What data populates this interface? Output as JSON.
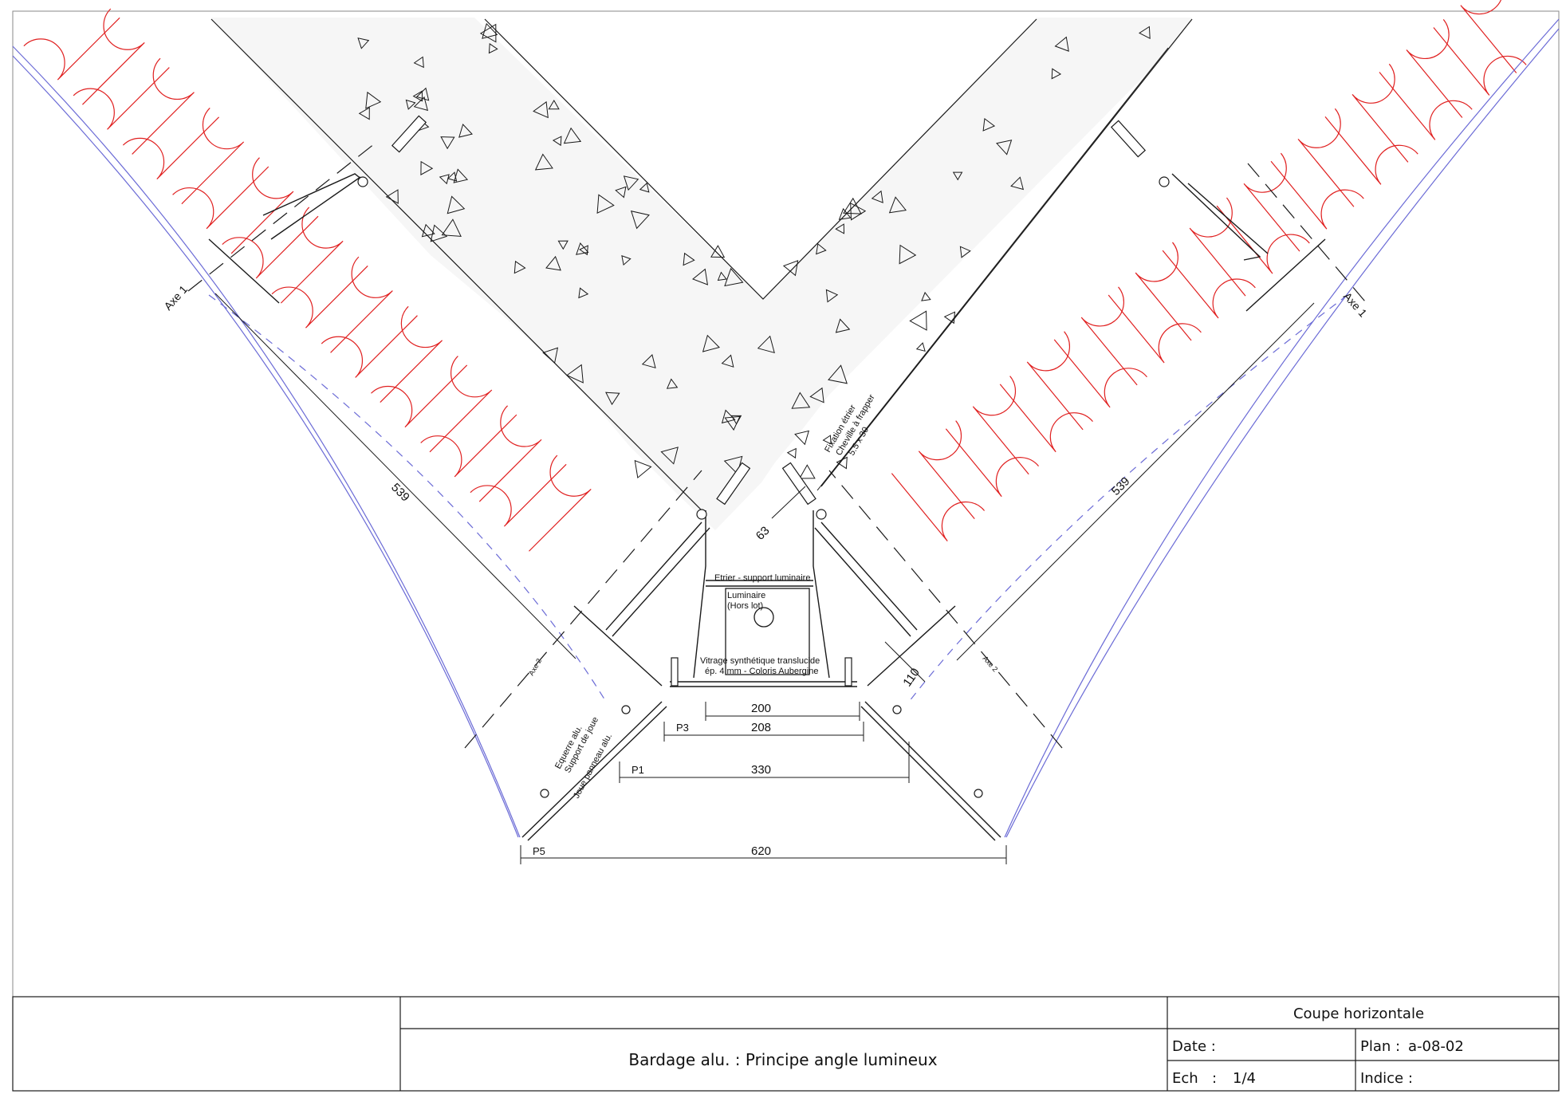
{
  "colors": {
    "line": "#1a1a1a",
    "insulation": "#e02020",
    "cladding": "#6b6bd6",
    "background": "#ffffff"
  },
  "labels": {
    "axe1_left": "Axe 1",
    "axe1_right": "Axe 1",
    "axe2_left": "Axe 2",
    "axe2_right": "Axe 2",
    "etrier": "Etrier - support luminaire",
    "luminaire_1": "Luminaire",
    "luminaire_2": "(Hors lot)",
    "vitrage_1": "Vitrage synthétique translucide",
    "vitrage_2": "ép. 4 mm - Coloris Aubergine",
    "fixation_1": "Fixation étrier",
    "fixation_2": "Cheville à frapper",
    "fixation_3": "5.5 x 30",
    "equerre_1": "Equerre alu.",
    "equerre_2": "Support de joue",
    "joue": "Joue panneau alu."
  },
  "dimensions": {
    "d539_left": "539",
    "d539_right": "539",
    "d63": "63",
    "d110": "110",
    "d200": "200",
    "d208": "208",
    "p3": "P3",
    "d330": "330",
    "p1": "P1",
    "d620": "620",
    "p5": "P5"
  },
  "title_block": {
    "view": "Coupe horizontale",
    "title": "Bardage alu. : Principe angle lumineux",
    "date_label": "Date :",
    "plan_label": "Plan :",
    "plan_value": "a-08-02",
    "ech_label": "Ech",
    "ech_sep": ":",
    "ech_value": "1/4",
    "indice_label": "Indice :"
  }
}
